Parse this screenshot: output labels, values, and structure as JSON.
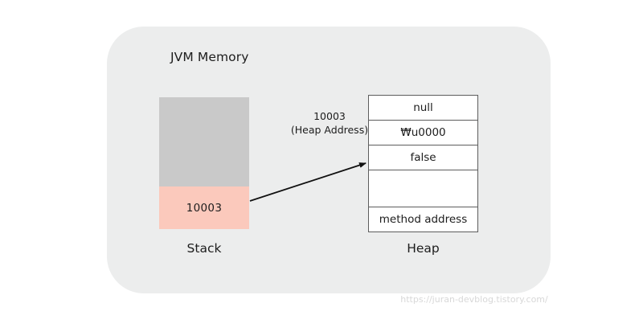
{
  "diagram": {
    "panel_title": "JVM Memory",
    "stack": {
      "caption": "Stack",
      "frame_value": "10003"
    },
    "heap": {
      "caption": "Heap",
      "rows": [
        {
          "value": "null"
        },
        {
          "value": "₩u0000"
        },
        {
          "value": "false"
        },
        {
          "value": ""
        },
        {
          "value": "method address"
        }
      ]
    },
    "arrow": {
      "label_line1": "10003",
      "label_line2": "(Heap Address)"
    },
    "watermark": "https://juran-devblog.tistory.com/",
    "colors": {
      "panel_background": "#eceded",
      "stack_free": "#c9c9c9",
      "stack_frame": "#fbc9bc",
      "table_border": "#5d5d5d",
      "text": "#1d1d1d",
      "watermark": "#d8d8d8"
    }
  }
}
